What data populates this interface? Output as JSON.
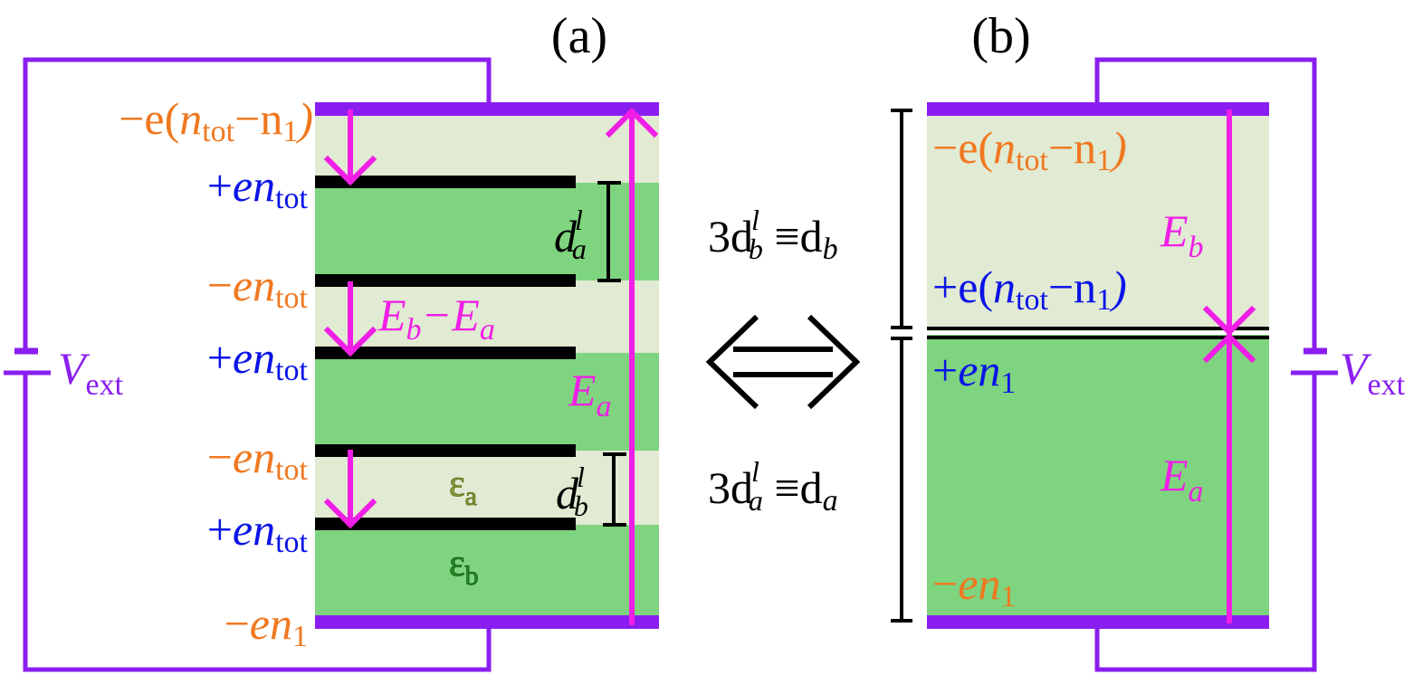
{
  "panel_a": {
    "label": "(a)",
    "charges": [
      {
        "pre": "−e(",
        "mid": "n",
        "sub": "tot",
        "mid2": "−n",
        "sub2": "1",
        "post": ")",
        "color": "orange"
      },
      {
        "sign": "+",
        "e": "en",
        "sub": "tot",
        "color": "blue"
      },
      {
        "sign": "−",
        "e": "en",
        "sub": "tot",
        "color": "orange"
      },
      {
        "sign": "+",
        "e": "en",
        "sub": "tot",
        "color": "blue"
      },
      {
        "sign": "−",
        "e": "en",
        "sub": "tot",
        "color": "orange"
      },
      {
        "sign": "+",
        "e": "en",
        "sub": "tot",
        "color": "blue"
      },
      {
        "sign": "−",
        "e": "en",
        "sub": "1",
        "color": "orange"
      }
    ],
    "d_a": {
      "main": "d",
      "sup": "l",
      "sub": "a"
    },
    "d_b": {
      "main": "d",
      "sup": "l",
      "sub": "b"
    },
    "field_diff": {
      "E": "E",
      "b": "b",
      "minus": "−E",
      "a": "a"
    },
    "field_a": {
      "E": "E",
      "sub": "a"
    },
    "eps_a": {
      "main": "ε",
      "sub": "a"
    },
    "eps_b": {
      "main": "ε",
      "sub": "b"
    },
    "vext": {
      "V": "V",
      "sub": "ext"
    }
  },
  "middle": {
    "eq_b": {
      "pre": "3d",
      "sup": "l",
      "sub": "b",
      "eq": " ≡d",
      "sub2": "b"
    },
    "eq_a": {
      "pre": "3d",
      "sup": "l",
      "sub": "a",
      "eq": " ≡d",
      "sub2": "a"
    },
    "equiv_symbol": "⟺"
  },
  "panel_b": {
    "label": "(b)",
    "top_charge": {
      "pre": "−e(",
      "n": "n",
      "sub": "tot",
      "mid": "−n",
      "sub2": "1",
      "post": ")"
    },
    "mid_charge": {
      "pre": "+e(",
      "n": "n",
      "sub": "tot",
      "mid": "−n",
      "sub2": "1",
      "post": ")"
    },
    "en1_plus": {
      "sign": "+",
      "e": "en",
      "sub": "1"
    },
    "en1_minus": {
      "sign": "−",
      "e": "en",
      "sub": "1"
    },
    "field_b": {
      "E": "E",
      "sub": "b"
    },
    "field_a": {
      "E": "E",
      "sub": "a"
    },
    "vext": {
      "V": "V",
      "sub": "ext"
    }
  },
  "colors": {
    "orange": "#f07820",
    "blue": "#0a14e6",
    "magenta": "#f01ee6",
    "violet": "#8a1ef0",
    "light_green": "#e1ead2",
    "green": "#7fd47f",
    "eps_a": "#8a9a3a",
    "eps_b": "#2a8a2a"
  }
}
